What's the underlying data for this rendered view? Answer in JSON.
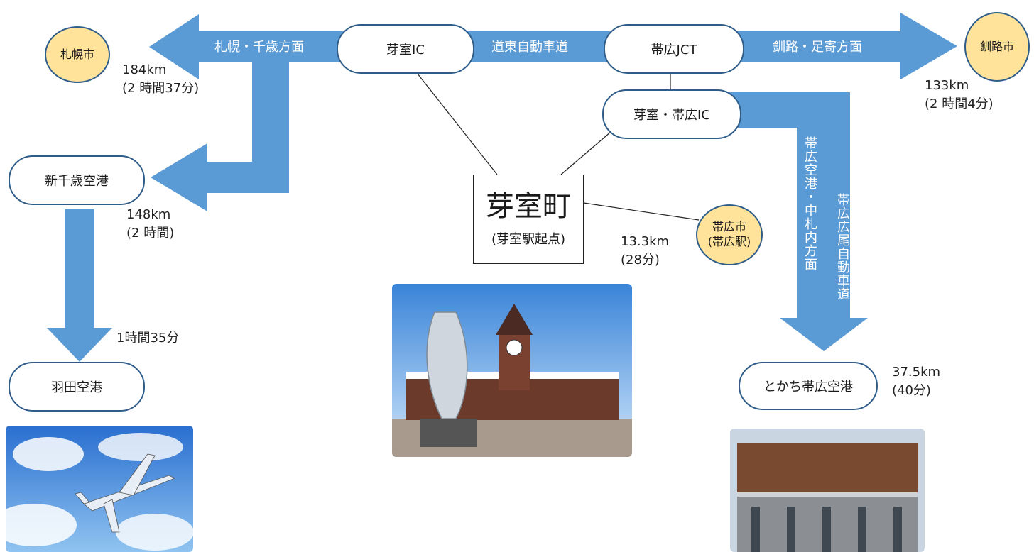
{
  "colors": {
    "arrow": "#5b9bd5",
    "city_fill": "#ffe39a",
    "node_border": "#2f5d8a"
  },
  "nodes": {
    "memuro_ic": "芽室IC",
    "obihiro_jct": "帯広JCT",
    "memuro_obihiro_ic": "芽室・帯広IC",
    "new_chitose": "新千歳空港",
    "haneda": "羽田空港",
    "tokachi_airport": "とかち帯広空港"
  },
  "cities": {
    "sapporo": "札幌市",
    "kushiro": "釧路市",
    "obihiro_line1": "帯広市",
    "obihiro_line2": "(帯広駅)"
  },
  "routes": {
    "sapporo_chitose": "札幌・千歳方面",
    "doto_expressway": "道東自動車道",
    "kushiro_ashoro": "釧路・足寄方面",
    "obihiro_airport_nakasatsunai": "帯広空港・中札内方面",
    "obihiro_hiroo_expressway": "帯広広尾自動車道"
  },
  "center": {
    "name": "芽室町",
    "sub": "(芽室駅起点)"
  },
  "distances": {
    "sapporo_km": "184km",
    "sapporo_time": "(2 時間37分)",
    "kushiro_km": "133km",
    "kushiro_time": "(2 時間4分)",
    "chitose_km": "148km",
    "chitose_time": "(2 時間)",
    "haneda_time": "1時間35分",
    "obihiro_km": "13.3km",
    "obihiro_time": "(28分)",
    "tokachi_km": "37.5km",
    "tokachi_time": "(40分)"
  },
  "photos": [
    "airplane-sky-photo",
    "memuro-station-photo",
    "tokachi-obihiro-airport-photo"
  ]
}
